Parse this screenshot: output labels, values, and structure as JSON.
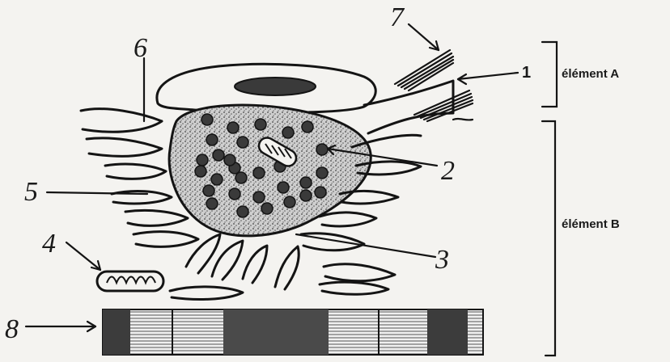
{
  "labels": {
    "l1": "1",
    "l2": "2",
    "l3": "3",
    "l4": "4",
    "l5": "5",
    "l6": "6",
    "l7": "7",
    "l8": "8"
  },
  "segments": {
    "a": "élément A",
    "b": "élément B"
  },
  "colors": {
    "ink": "#141414",
    "paper": "#f4f3f0",
    "granule": "#3a3a3a"
  }
}
